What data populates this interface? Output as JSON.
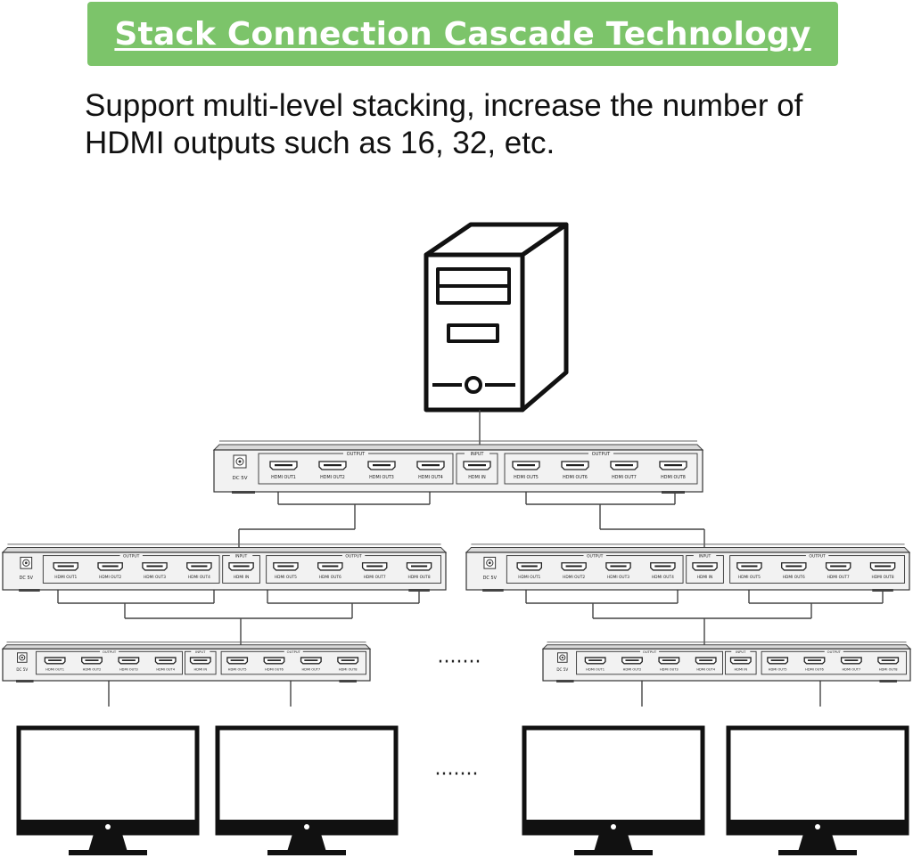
{
  "banner": {
    "title": "Stack Connection Cascade Technology",
    "color": "#7cc46a"
  },
  "description": [
    "Support multi-level stacking, increase the number of",
    "HDMI outputs such as 16, 32, etc."
  ],
  "icons": [
    "desktop-computer-icon",
    "hdmi-splitter-icon",
    "monitor-icon"
  ],
  "splitter_labels": {
    "power": "DC 5V",
    "group_output": "OUTPUT",
    "group_input": "INPUT",
    "hdmi_in": "HDMI IN",
    "ports": [
      "HDMI OUT1",
      "HDMI OUT2",
      "HDMI OUT3",
      "HDMI OUT4",
      "HDMI OUT5",
      "HDMI OUT6",
      "HDMI OUT7",
      "HDMI OUT8"
    ]
  },
  "ellipsis": "·······"
}
